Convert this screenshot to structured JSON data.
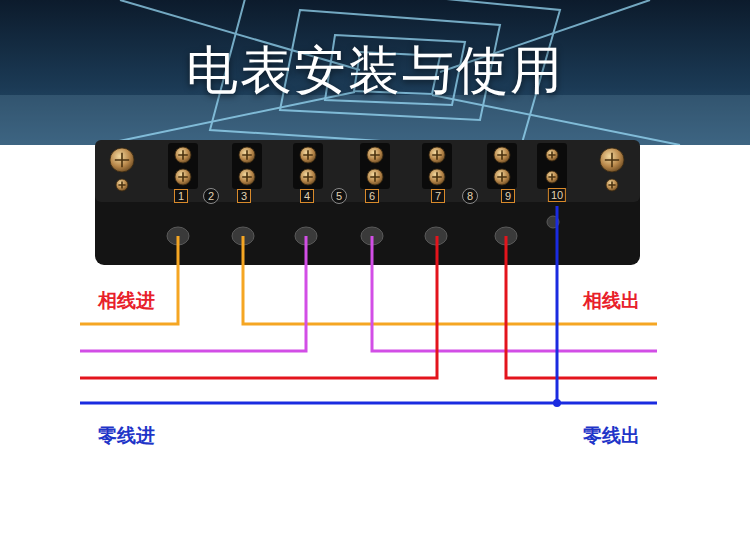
{
  "diagram": {
    "title": "电表安装与使用",
    "labels": [
      "1",
      "2",
      "3",
      "4",
      "5",
      "6",
      "7",
      "8",
      "9",
      "10",
      "相线进",
      "相线出",
      "零线进",
      "零线出"
    ]
  }
}
